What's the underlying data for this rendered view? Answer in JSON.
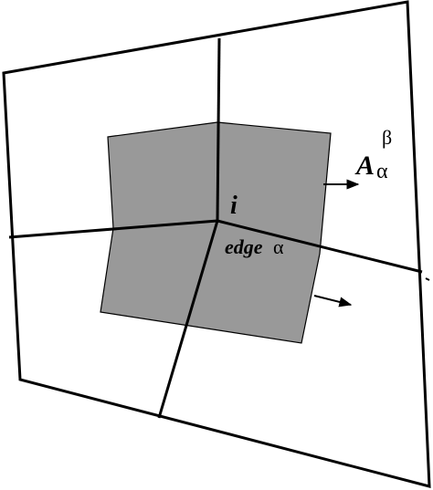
{
  "diagram": {
    "labels": {
      "node": "i",
      "edge_word": "edge",
      "edge_symbol": "α",
      "vector_main": "A",
      "vector_sub": "α",
      "vector_sup": "β"
    },
    "colors": {
      "stroke": "#000000",
      "face_fill": "#999999",
      "background": "#ffffff"
    }
  }
}
